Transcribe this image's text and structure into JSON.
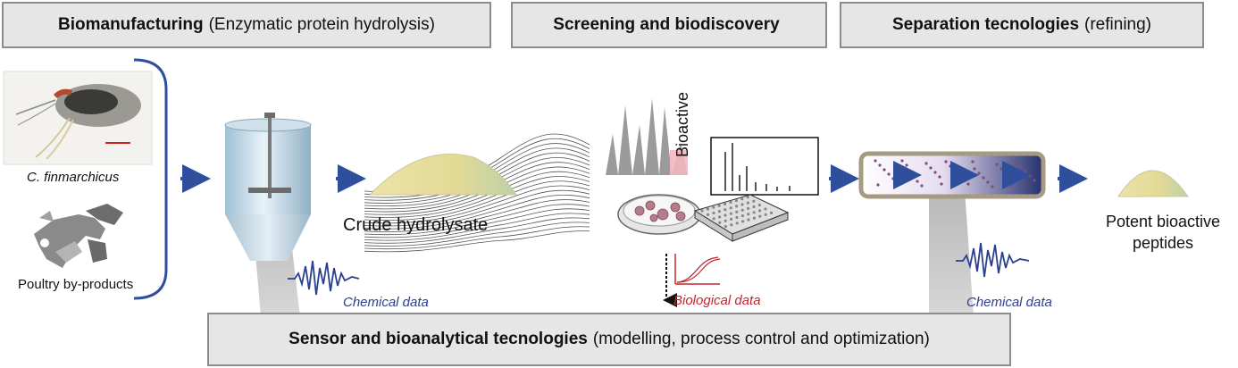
{
  "headers": {
    "biomanufacturing": {
      "bold": "Biomanufacturing",
      "normal": "(Enzymatic protein hydrolysis)"
    },
    "screening": {
      "bold": "Screening and biodiscovery",
      "normal": ""
    },
    "separation": {
      "bold": "Separation tecnologies",
      "normal": "(refining)"
    }
  },
  "footer": {
    "bold": "Sensor and bioanalytical tecnologies",
    "normal": "(modelling, process control and optimization)"
  },
  "labels": {
    "species": "C. finmarchicus",
    "poultry": "Poultry by-products",
    "crude": "Crude hydrolysate",
    "bioactive": "Bioactive",
    "chemical_data_1": "Chemical data",
    "biological_data": "Biological data",
    "chemical_data_2": "Chemical data",
    "potent_line1": "Potent bioactive",
    "potent_line2": "peptides"
  },
  "colors": {
    "arrow": "#2f4f9c",
    "header_fill": "#e6e6e6",
    "chemical_text": "#2b3f8f",
    "biological_text": "#c0282d",
    "powder": "#e5dc9c"
  }
}
